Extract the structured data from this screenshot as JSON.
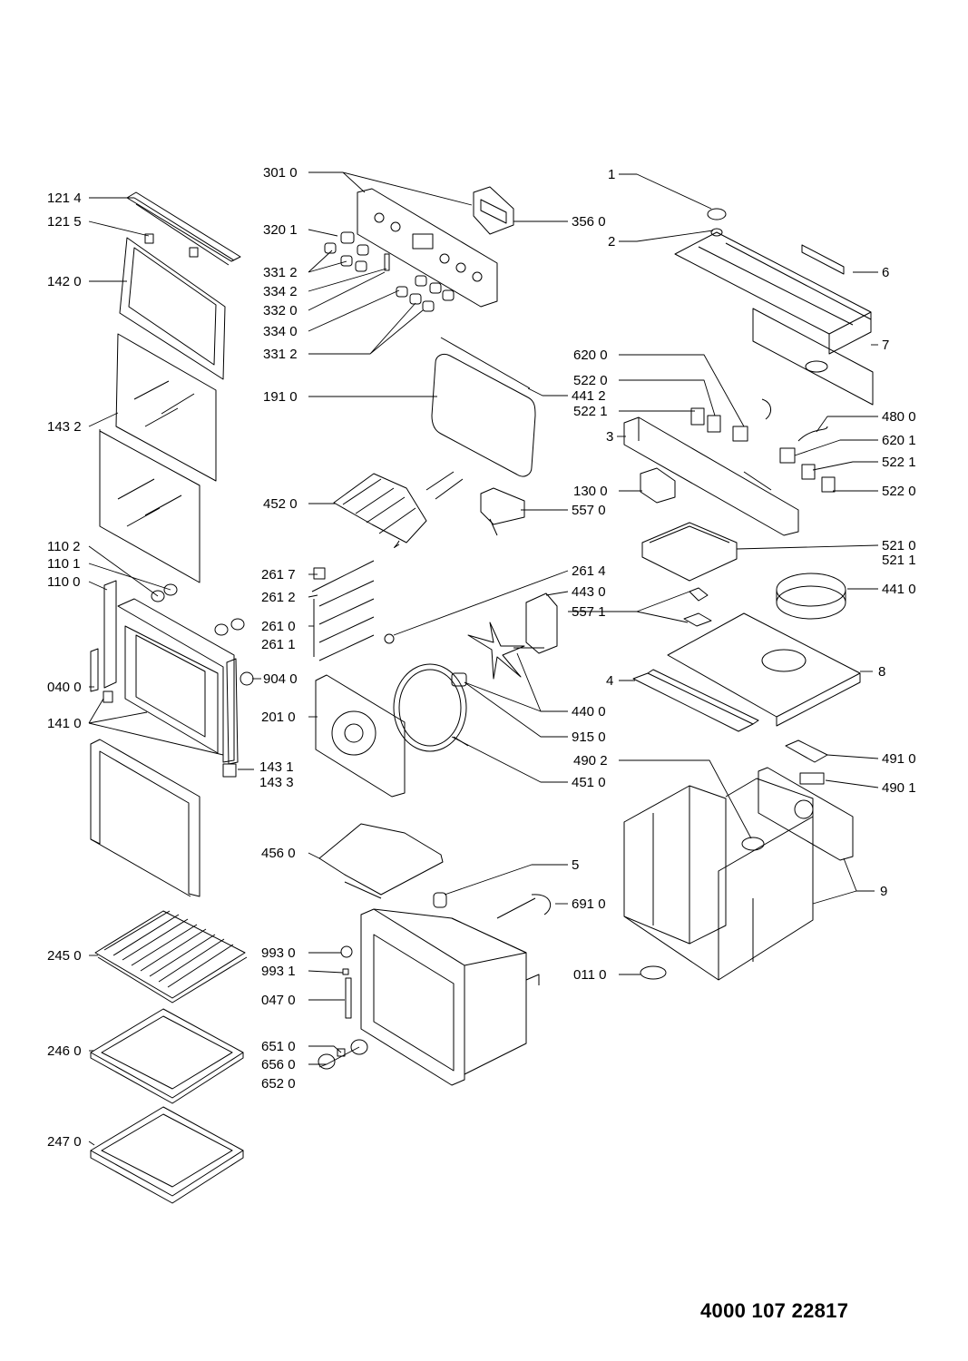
{
  "diagram": {
    "labels": {
      "l_1214": "121 4",
      "l_1215": "121 5",
      "l_1420": "142 0",
      "l_1432": "143 2",
      "l_1102": "110 2",
      "l_1101": "110 1",
      "l_1100": "110 0",
      "l_0400": "040 0",
      "l_1410": "141 0",
      "l_9040": "904 0",
      "l_1431": "143 1",
      "l_1433": "143 3",
      "l_2450": "245 0",
      "l_2460": "246 0",
      "l_2470": "247 0",
      "l_3010": "301 0",
      "l_3201": "320 1",
      "l_3312a": "331 2",
      "l_3342": "334 2",
      "l_3320": "332 0",
      "l_3340": "334 0",
      "l_3312b": "331 2",
      "l_3560": "356 0",
      "l_1910": "191 0",
      "l_4412": "441 2",
      "l_4520": "452 0",
      "l_5570": "557 0",
      "l_2617": "261 7",
      "l_2612": "261 2",
      "l_2610": "261 0",
      "l_2611": "261 1",
      "l_2614": "261 4",
      "l_4430": "443 0",
      "l_5571": "557 1",
      "l_2010": "201 0",
      "l_4400": "440 0",
      "l_9150": "915 0",
      "l_4510": "451 0",
      "l_4560": "456 0",
      "l_5": "5",
      "l_6910": "691 0",
      "l_9930": "993 0",
      "l_9931": "993 1",
      "l_0470": "047 0",
      "l_6510": "651 0",
      "l_6560": "656 0",
      "l_6520": "652 0",
      "l_1": "1",
      "l_2": "2",
      "l_6": "6",
      "l_7": "7",
      "l_6200": "620 0",
      "l_5220a": "522 0",
      "l_5221a": "522 1",
      "l_3": "3",
      "l_4800": "480 0",
      "l_6201": "620 1",
      "l_5221b": "522 1",
      "l_5220b": "522 0",
      "l_1300": "130 0",
      "l_5210": "521 0",
      "l_5211": "521 1",
      "l_4410": "441 0",
      "l_8": "8",
      "l_4": "4",
      "l_4902": "490 2",
      "l_4910": "491 0",
      "l_4901": "490 1",
      "l_9": "9",
      "l_0110": "011 0"
    },
    "document_code": "4000 107 22817"
  }
}
